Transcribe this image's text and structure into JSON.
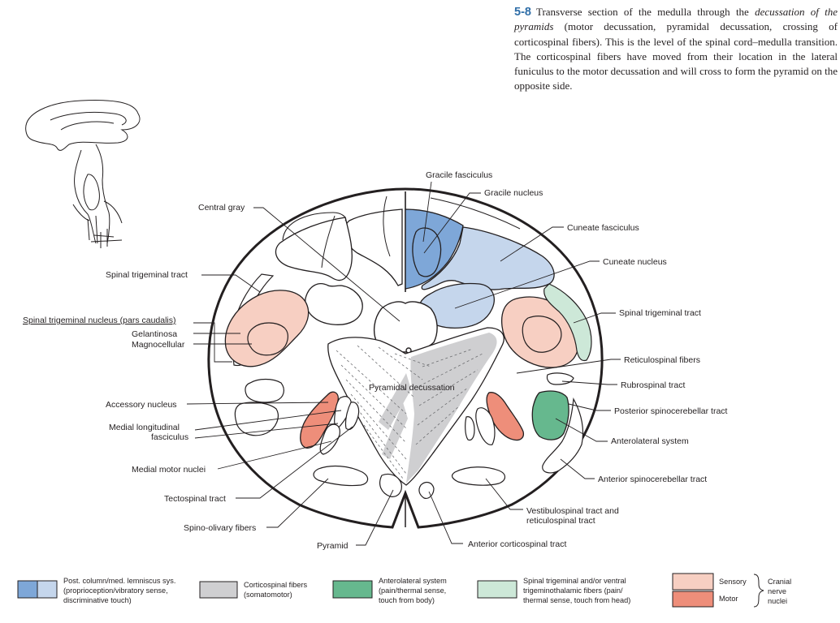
{
  "caption": {
    "number": "5-8",
    "text_1": "Transverse section of the medulla through the ",
    "italic_1": "decussation of the pyramids",
    "text_2": " (motor decussation, pyramidal decussation, crossing of corticospinal fibers). This is the level of the spinal cord–medulla transition. The corticospinal fibers have moved from their location in the lateral funiculus to the motor decussation and will cross to form the pyramid on the opposite side."
  },
  "labels": {
    "gracile_fasciculus": "Gracile fasciculus",
    "gracile_nucleus": "Gracile nucleus",
    "central_gray": "Central gray",
    "cuneate_fasciculus": "Cuneate fasciculus",
    "cuneate_nucleus": "Cuneate nucleus",
    "spinal_trigeminal_tract_left": "Spinal trigeminal tract",
    "spinal_trigeminal_tract_right": "Spinal trigeminal tract",
    "spinal_trigeminal_nucleus": "Spinal trigeminal nucleus (pars caudalis)",
    "gelantinosa": "Gelantinosa",
    "magnocellular": "Magnocellular",
    "reticulospinal_fibers": "Reticulospinal fibers",
    "pyramidal_decussation": "Pyramidal decussation",
    "rubrospinal_tract": "Rubrospinal tract",
    "accessory_nucleus": "Accessory nucleus",
    "posterior_spinocerebellar_tract": "Posterior spinocerebellar tract",
    "medial_longitudinal_fasciculus_1": "Medial longitudinal",
    "medial_longitudinal_fasciculus_2": "fasciculus",
    "anterolateral_system": "Anterolateral system",
    "medial_motor_nuclei": "Medial motor nuclei",
    "anterior_spinocerebellar_tract": "Anterior spinocerebellar tract",
    "tectospinal_tract": "Tectospinal tract",
    "vestibulospinal_1": "Vestibulospinal tract and",
    "vestibulospinal_2": "reticulospinal tract",
    "spino_olivary_fibers": "Spino-olivary fibers",
    "pyramid": "Pyramid",
    "anterior_corticospinal_tract": "Anterior corticospinal tract"
  },
  "legend": {
    "post_column": [
      "Post. column/med. lemniscus sys.",
      "(proprioception/vibratory sense,",
      "discriminative touch)"
    ],
    "corticospinal": [
      "Corticospinal fibers",
      "(somatomotor)"
    ],
    "anterolateral": [
      "Anterolateral system",
      "(pain/thermal sense,",
      "touch from body)"
    ],
    "spinal_trigeminal": [
      "Spinal trigeminal and/or ventral",
      "trigeminothalamic fibers (pain/",
      "thermal sense, touch from head)"
    ],
    "sensory": "Sensory",
    "motor": "Motor",
    "cranial_nerve_nuclei": [
      "Cranial",
      "nerve",
      "nuclei"
    ]
  },
  "colors": {
    "post_column_blue": "#7ea7d8",
    "post_column_light_blue": "#c5d6ec",
    "corticospinal_gray": "#cfcfd1",
    "anterolateral_green": "#66b88e",
    "spinal_trigeminal_light_green": "#cde8d8",
    "sensory_pink": "#f7cfc2",
    "motor_salmon": "#ee8e7a",
    "caption_blue": "#2f6ea8"
  }
}
